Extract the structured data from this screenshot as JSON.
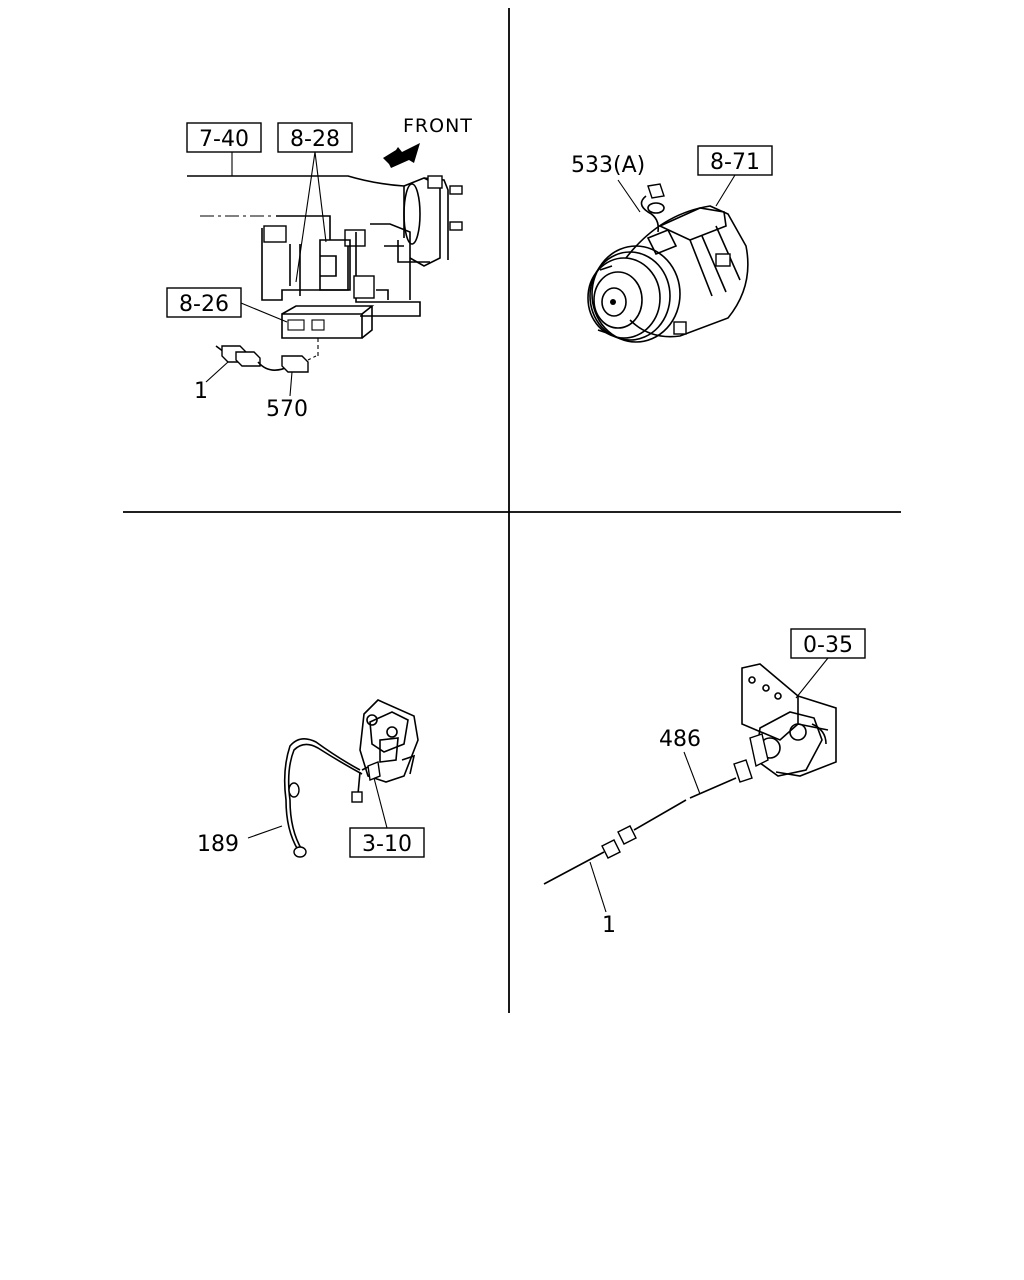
{
  "panels": [
    {
      "callouts": [
        {
          "text": "7-40",
          "boxed": true
        },
        {
          "text": "8-28",
          "boxed": true
        },
        {
          "text": "8-26",
          "boxed": true
        },
        {
          "text": "1",
          "boxed": false
        },
        {
          "text": "570",
          "boxed": false
        }
      ],
      "direction_label": "FRONT"
    },
    {
      "callouts": [
        {
          "text": "533(A)",
          "boxed": false
        },
        {
          "text": "8-71",
          "boxed": true
        }
      ]
    },
    {
      "callouts": [
        {
          "text": "189",
          "boxed": false
        },
        {
          "text": "3-10",
          "boxed": true
        }
      ]
    },
    {
      "callouts": [
        {
          "text": "0-35",
          "boxed": true
        },
        {
          "text": "486",
          "boxed": false
        },
        {
          "text": "1",
          "boxed": false
        }
      ]
    }
  ]
}
